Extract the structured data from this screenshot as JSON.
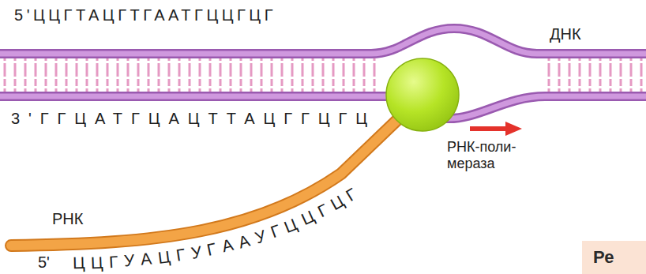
{
  "diagram": {
    "nodes": [
      {
        "text": [
          "Ре"
        ]
      }
    ],
    "labels": [
      "5'ЦЦГТАЦГТГААТГЦЦГЦГ",
      "ДНК",
      "3'ГГЦАТГЦАЦТТАЦГГЦГЦ",
      "РНК-поли- мераза",
      "РНК",
      "5'",
      "ЦЦГУАЦГУГААУГЦЦГЦГ"
    ]
  }
}
